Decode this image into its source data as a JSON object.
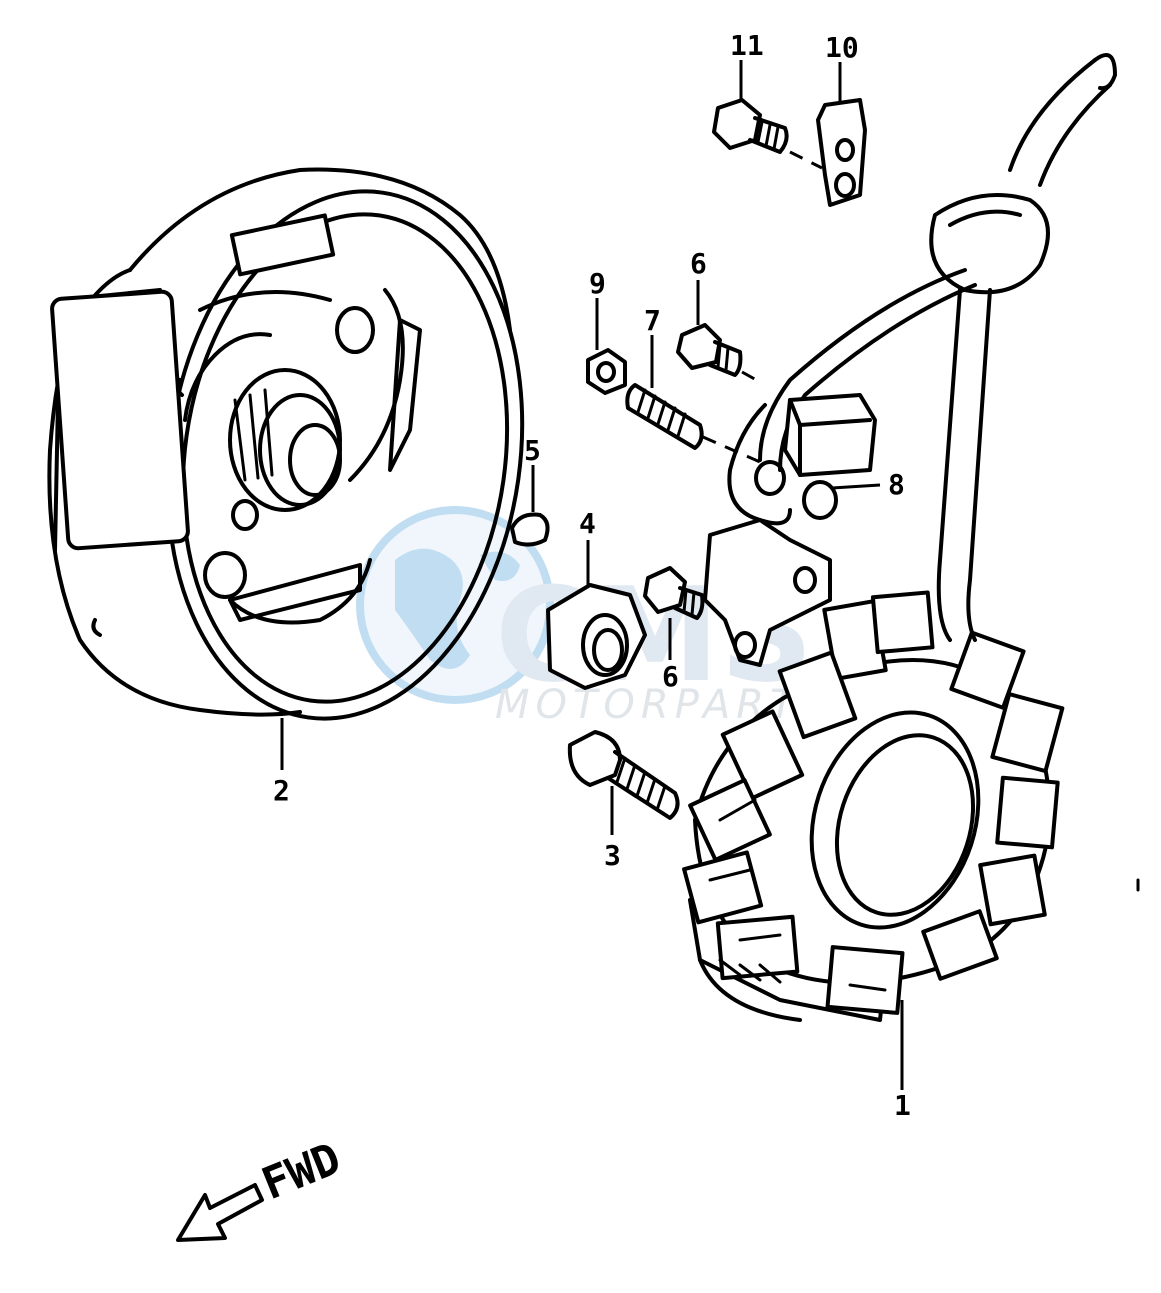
{
  "diagram": {
    "callouts": {
      "c1": "1",
      "c2": "2",
      "c3": "3",
      "c4": "4",
      "c5": "5",
      "c6a": "6",
      "c6b": "6",
      "c7": "7",
      "c8": "8",
      "c9": "9",
      "c10": "10",
      "c11": "11"
    },
    "direction_label": "FWD"
  },
  "watermark": {
    "brand": "CMS",
    "tagline": "MOTORPARTS",
    "colors": {
      "globe": "#8fc3e8",
      "text": "#c7d6e6"
    }
  }
}
